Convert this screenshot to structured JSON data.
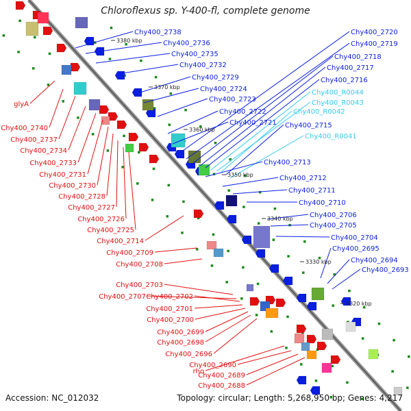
{
  "title": "Chloroflexus sp. Y-400-fl, complete genome",
  "footer": {
    "accession": "Accession: NC_012032",
    "summary": "Topology: circular; Length: 5,268,950 bp; Genes: 4,217"
  },
  "colors": {
    "plus_strand": "#e01010",
    "minus_strand": "#0a1ee0",
    "rna": "#33ccee",
    "backbone": "#7a7a7a",
    "tick": "#1a8a1a"
  },
  "kbp_markers": [
    "3380 kbp",
    "3370 kbp",
    "3360 kbp",
    "3350 kbp",
    "3340 kbp",
    "3330 kbp",
    "3320 kbp"
  ],
  "right_labels": [
    {
      "text": "Chy400_2738",
      "kind": "minus"
    },
    {
      "text": "Chy400_2736",
      "kind": "minus"
    },
    {
      "text": "Chy400_2735",
      "kind": "minus"
    },
    {
      "text": "Chy400_2732",
      "kind": "minus"
    },
    {
      "text": "Chy400_2729",
      "kind": "minus"
    },
    {
      "text": "Chy400_2724",
      "kind": "minus"
    },
    {
      "text": "Chy400_2723",
      "kind": "minus"
    },
    {
      "text": "Chy400_2722",
      "kind": "minus"
    },
    {
      "text": "Chy400_2721",
      "kind": "minus"
    },
    {
      "text": "Chy400_2720",
      "kind": "minus"
    },
    {
      "text": "Chy400_2719",
      "kind": "minus"
    },
    {
      "text": "Chy400_2718",
      "kind": "minus"
    },
    {
      "text": "Chy400_2717",
      "kind": "minus"
    },
    {
      "text": "Chy400_2716",
      "kind": "minus"
    },
    {
      "text": "Chy400_R0044",
      "kind": "rna"
    },
    {
      "text": "Chy400_R0043",
      "kind": "rna"
    },
    {
      "text": "Chy400_R0042",
      "kind": "rna"
    },
    {
      "text": "Chy400_2715",
      "kind": "minus"
    },
    {
      "text": "Chy400_R0041",
      "kind": "rna"
    },
    {
      "text": "Chy400_2713",
      "kind": "minus"
    },
    {
      "text": "Chy400_2712",
      "kind": "minus"
    },
    {
      "text": "Chy400_2711",
      "kind": "minus"
    },
    {
      "text": "Chy400_2710",
      "kind": "minus"
    },
    {
      "text": "Chy400_2706",
      "kind": "minus"
    },
    {
      "text": "Chy400_2705",
      "kind": "minus"
    },
    {
      "text": "Chy400_2704",
      "kind": "minus"
    },
    {
      "text": "Chy400_2695",
      "kind": "minus"
    },
    {
      "text": "Chy400_2694",
      "kind": "minus"
    },
    {
      "text": "Chy400_2693",
      "kind": "minus"
    }
  ],
  "left_labels": [
    {
      "text": "glyA",
      "kind": "plus"
    },
    {
      "text": "Chy400_2740",
      "kind": "plus"
    },
    {
      "text": "Chy400_2737",
      "kind": "plus"
    },
    {
      "text": "Chy400_2734",
      "kind": "plus"
    },
    {
      "text": "Chy400_2733",
      "kind": "plus"
    },
    {
      "text": "Chy400_2731",
      "kind": "plus"
    },
    {
      "text": "Chy400_2730",
      "kind": "plus"
    },
    {
      "text": "Chy400_2728",
      "kind": "plus"
    },
    {
      "text": "Chy400_2727",
      "kind": "plus"
    },
    {
      "text": "Chy400_2726",
      "kind": "plus"
    },
    {
      "text": "Chy400_2725",
      "kind": "plus"
    },
    {
      "text": "Chy400_2714",
      "kind": "plus"
    },
    {
      "text": "Chy400_2709",
      "kind": "plus"
    },
    {
      "text": "Chy400_2708",
      "kind": "plus"
    },
    {
      "text": "Chy400_2703",
      "kind": "plus"
    },
    {
      "text": "Chy400_2707",
      "kind": "plus"
    },
    {
      "text": "Chy400_2702",
      "kind": "plus"
    },
    {
      "text": "Chy400_2701",
      "kind": "plus"
    },
    {
      "text": "Chy400_2700",
      "kind": "plus"
    },
    {
      "text": "Chy400_2699",
      "kind": "plus"
    },
    {
      "text": "Chy400_2698",
      "kind": "plus"
    },
    {
      "text": "Chy400_2696",
      "kind": "plus"
    },
    {
      "text": "rho",
      "kind": "plus"
    },
    {
      "text": "Chy400_2690",
      "kind": "plus"
    },
    {
      "text": "Chy400_2689",
      "kind": "plus"
    },
    {
      "text": "Chy400_2688",
      "kind": "plus"
    }
  ]
}
